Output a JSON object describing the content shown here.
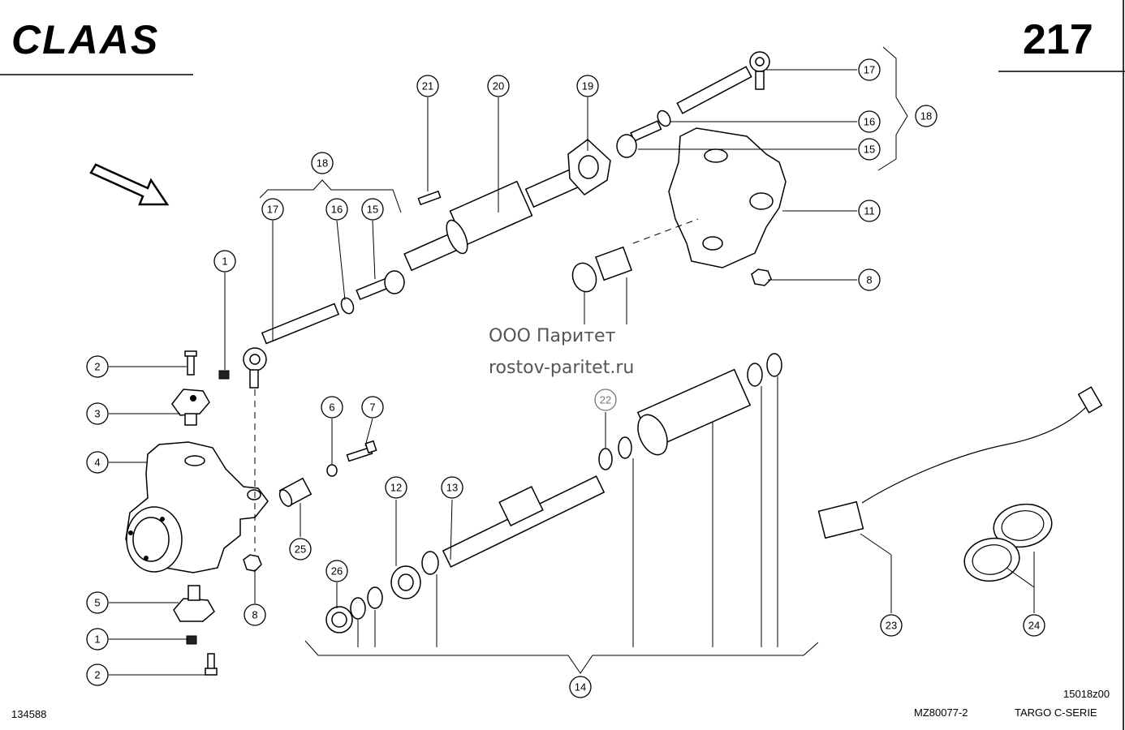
{
  "header": {
    "brand_logo": "CLAAS",
    "page_number": "217"
  },
  "watermark": {
    "line1": "ООО Паритет",
    "line2": "rostov-paritet.ru"
  },
  "callouts": [
    "1",
    "2",
    "3",
    "4",
    "5",
    "1",
    "2",
    "8",
    "18",
    "17",
    "16",
    "15",
    "25",
    "6",
    "7",
    "21",
    "20",
    "19",
    "12",
    "13",
    "26",
    "22",
    "17",
    "16",
    "15",
    "18",
    "11",
    "8",
    "23",
    "24",
    "14"
  ],
  "footer": {
    "left_code": "134588",
    "drawing_ref": "MZ80077-2",
    "series": "TARGO C-SERIE",
    "sheet_code": "15018z00"
  },
  "colors": {
    "line": "#000000",
    "background": "#ffffff",
    "watermark": "#555555"
  }
}
